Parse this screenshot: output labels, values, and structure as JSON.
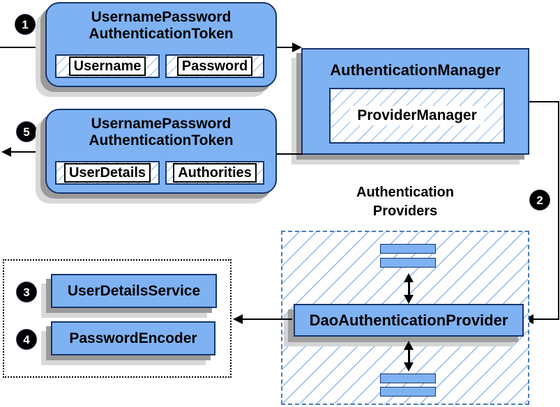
{
  "colors": {
    "node_fill": "#7FB2F3",
    "node_border": "#15356B",
    "hatch_line": "#A9CBEE",
    "container_hatch_line": "#8FB9E9",
    "dashed_border": "#4A7BB5",
    "dotted_border": "#000000",
    "shadow_dark": "#9B9B9B",
    "shadow_light": "#D8D8D8",
    "arrow": "#000000",
    "step_badge_bg": "#000000",
    "step_badge_fg": "#FFFFFF",
    "text": "#000000"
  },
  "steps": {
    "one": "1",
    "two": "2",
    "three": "3",
    "four": "4",
    "five": "5"
  },
  "request_token": {
    "title_line1": "UsernamePassword",
    "title_line2": "AuthenticationToken",
    "fields": [
      "Username",
      "Password"
    ]
  },
  "result_token": {
    "title_line1": "UsernamePassword",
    "title_line2": "AuthenticationToken",
    "fields": [
      "UserDetails",
      "Authorities"
    ]
  },
  "authentication_manager": {
    "title": "AuthenticationManager",
    "inner": "ProviderManager"
  },
  "providers_group": {
    "label_line1": "Authentication",
    "label_line2": "Providers",
    "provider": "DaoAuthenticationProvider"
  },
  "collaborators": {
    "user_details_service": "UserDetailsService",
    "password_encoder": "PasswordEncoder"
  }
}
